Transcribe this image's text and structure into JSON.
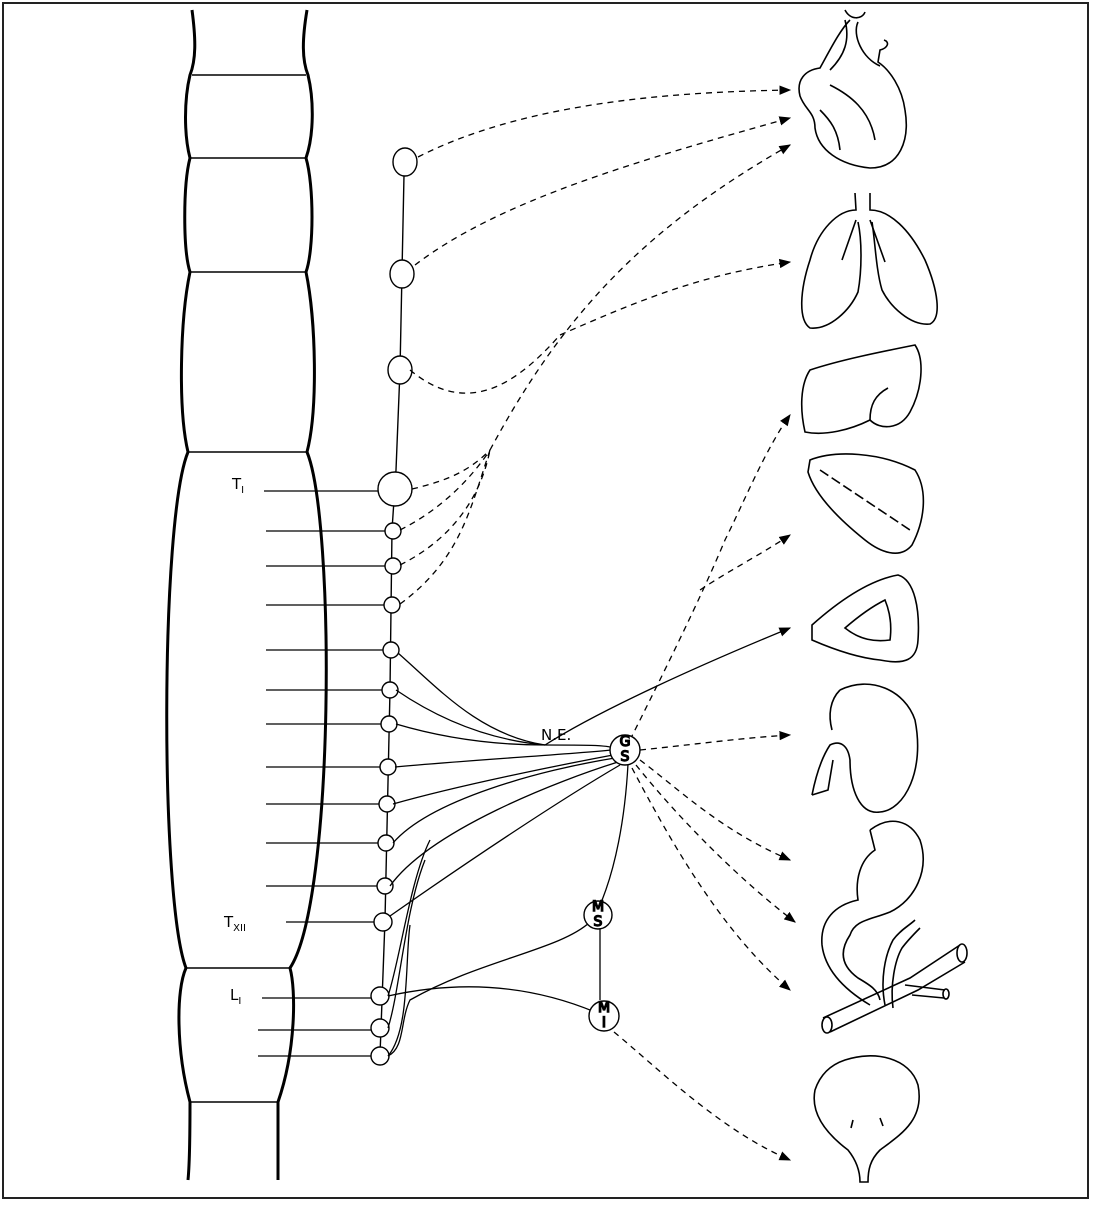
{
  "labels": {
    "t1": "T",
    "t1_sub": "I",
    "t12": "T",
    "t12_sub": "XII",
    "l1": "L",
    "l1_sub": "I",
    "ne": "N.E."
  },
  "ganglia": {
    "gs_top": "G",
    "gs_bottom": "S",
    "ms_top": "M",
    "ms_bottom": "S",
    "mi_top": "M",
    "mi_bottom": "I"
  },
  "organs": [
    "heart",
    "lungs",
    "liver",
    "spleen",
    "pancreas",
    "kidney",
    "stomach",
    "intestine",
    "bladder"
  ],
  "colors": {
    "ink": "#000000",
    "paper": "#ffffff",
    "frame": "#222222"
  }
}
